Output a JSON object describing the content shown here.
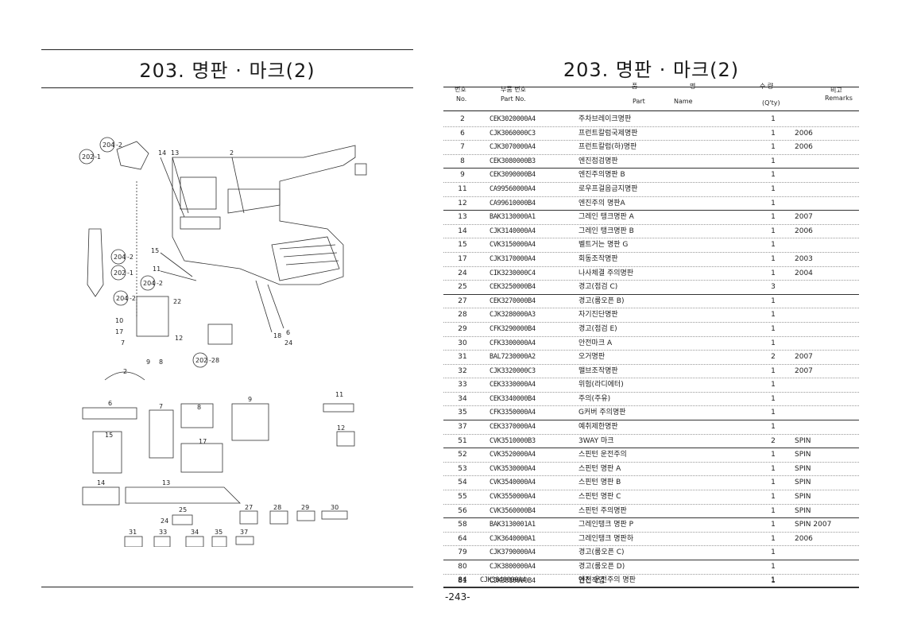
{
  "left": {
    "title": "203. 명판 · 마크(2)"
  },
  "right": {
    "title": "203. 명판 · 마크(2)"
  },
  "diagram_labels": {
    "l204_2a": "204",
    "l204_2a_s": "-2",
    "l202_1a": "202",
    "l202_1a_s": "-1",
    "l204_2b": "204",
    "l204_2b_s": "-2",
    "l202_1b": "202",
    "l202_1b_s": "-1",
    "l204_2c": "204",
    "l204_2c_s": "-2",
    "l204_2d": "204",
    "l204_2d_s": "-2",
    "l202_28": "202",
    "l202_28_s": "-28",
    "n14": "14",
    "n13": "13",
    "n2": "2",
    "n15": "15",
    "n11": "11",
    "n22": "22",
    "n10": "10",
    "n17": "17",
    "n7": "7",
    "n12": "12",
    "n9": "9",
    "n8": "8",
    "n18": "18",
    "n24": "24",
    "n6": "6",
    "p2": "2",
    "p6": "6",
    "p7": "7",
    "p8": "8",
    "p9": "9",
    "p11": "11",
    "p12": "12",
    "p15": "15",
    "p17": "17",
    "p14": "14",
    "p13": "13",
    "p25": "25",
    "p27": "27",
    "p28": "28",
    "p29": "29",
    "p30": "30",
    "p24": "24",
    "p31": "31",
    "p33": "33",
    "p34": "34",
    "p35": "35",
    "p37": "37"
  },
  "header": {
    "no_ko": "번호",
    "no_en": "No.",
    "part_ko": "부품 번호",
    "part_en": "Part   No.",
    "name_ko1": "품",
    "name_ko2": "명",
    "name_en1": "Part",
    "name_en2": "Name",
    "qty_ko": "수  량",
    "qty_en": "(Q'ty)",
    "rem_ko": "비고",
    "rem_en": "Remarks"
  },
  "rows": [
    {
      "no": "2",
      "part": "CEK3020000A4",
      "name": "주차브레이크명판",
      "qty": "1",
      "rem": ""
    },
    {
      "no": "6",
      "part": "CJK3060000C3",
      "name": "프런트칼럼국제명판",
      "qty": "1",
      "rem": "2006"
    },
    {
      "no": "7",
      "part": "CJK3070000A4",
      "name": "프런트칼럼(하)명판",
      "qty": "1",
      "rem": "2006"
    },
    {
      "no": "8",
      "part": "CEK3080000B3",
      "name": "엔진점검명판",
      "qty": "1",
      "rem": ""
    },
    {
      "no": "9",
      "part": "CEK3090000B4",
      "name": "엔진주의명판 B",
      "qty": "1",
      "rem": ""
    },
    {
      "no": "11",
      "part": "CA99560000A4",
      "name": "로우프걸음금지명판",
      "qty": "1",
      "rem": ""
    },
    {
      "no": "12",
      "part": "CA99610000B4",
      "name": "엔진주의 명판A",
      "qty": "1",
      "rem": ""
    },
    {
      "no": "13",
      "part": "BAK3130000A1",
      "name": "그레인 탱크명판 A",
      "qty": "1",
      "rem": "2007"
    },
    {
      "no": "14",
      "part": "CJK3140000A4",
      "name": "그레인 탱크명판 B",
      "qty": "1",
      "rem": "2006"
    },
    {
      "no": "15",
      "part": "CVK3150000A4",
      "name": "벨트거는 명판 G",
      "qty": "1",
      "rem": ""
    },
    {
      "no": "17",
      "part": "CJK3170000A4",
      "name": "회동조작명판",
      "qty": "1",
      "rem": "2003"
    },
    {
      "no": "24",
      "part": "CIK3230000C4",
      "name": "나사체결 주의명판",
      "qty": "1",
      "rem": "2004"
    },
    {
      "no": "25",
      "part": "CEK3250000B4",
      "name": "경고(점검 C)",
      "qty": "3",
      "rem": ""
    },
    {
      "no": "27",
      "part": "CEK3270000B4",
      "name": "경고(룸오픈 B)",
      "qty": "1",
      "rem": ""
    },
    {
      "no": "28",
      "part": "CJK3280000A3",
      "name": "자기진단명판",
      "qty": "1",
      "rem": ""
    },
    {
      "no": "29",
      "part": "CFK3290000B4",
      "name": "경고(점검 E)",
      "qty": "1",
      "rem": ""
    },
    {
      "no": "30",
      "part": "CFK3300000A4",
      "name": "안전마크 A",
      "qty": "1",
      "rem": ""
    },
    {
      "no": "31",
      "part": "BAL7230000A2",
      "name": "오거명판",
      "qty": "2",
      "rem": "2007"
    },
    {
      "no": "32",
      "part": "CJK3320000C3",
      "name": "맬브조작명판",
      "qty": "1",
      "rem": "2007"
    },
    {
      "no": "33",
      "part": "CEK3330000A4",
      "name": "위험(라디에터)",
      "qty": "1",
      "rem": ""
    },
    {
      "no": "34",
      "part": "CEK3340000B4",
      "name": "주의(주유)",
      "qty": "1",
      "rem": ""
    },
    {
      "no": "35",
      "part": "CFK3350000A4",
      "name": "G커버 주의명판",
      "qty": "1",
      "rem": ""
    },
    {
      "no": "37",
      "part": "CEK3370000A4",
      "name": "예취제한명판",
      "qty": "1",
      "rem": ""
    },
    {
      "no": "51",
      "part": "CVK3510000B3",
      "name": "3WAY 마크",
      "qty": "2",
      "rem": "SPIN"
    },
    {
      "no": "52",
      "part": "CVK3520000A4",
      "name": "스핀턴 운전주의",
      "qty": "1",
      "rem": "SPIN"
    },
    {
      "no": "53",
      "part": "CVK3530000A4",
      "name": "스핀턴 명판 A",
      "qty": "1",
      "rem": "SPIN"
    },
    {
      "no": "54",
      "part": "CVK3540000A4",
      "name": "스핀턴 명판 B",
      "qty": "1",
      "rem": "SPIN"
    },
    {
      "no": "55",
      "part": "CVK3550000A4",
      "name": "스핀턴 명판 C",
      "qty": "1",
      "rem": "SPIN"
    },
    {
      "no": "56",
      "part": "CVK3560000B4",
      "name": "스핀턴 주의명판",
      "qty": "1",
      "rem": "SPIN"
    },
    {
      "no": "58",
      "part": "BAK3130001A1",
      "name": "그레인탱크 명판 P",
      "qty": "1",
      "rem": "SPIN 2007"
    },
    {
      "no": "64",
      "part": "CJK3640000A1",
      "name": "그레인탱크 명판하",
      "qty": "1",
      "rem": "2006"
    },
    {
      "no": "79",
      "part": "CJK3790000A4",
      "name": "경고(룸오픈 C)",
      "qty": "1",
      "rem": ""
    },
    {
      "no": "80",
      "part": "CJK3800000A4",
      "name": "경고(룸오픈 D)",
      "qty": "1",
      "rem": ""
    },
    {
      "no": "81",
      "part": "CJK3810000B4",
      "name": "안전작업",
      "qty": "1",
      "rem": ""
    }
  ],
  "extra_row": {
    "no": "84",
    "part": "CJK3840000A4",
    "name": "엔진 운전주의 명판",
    "qty": "1",
    "rem": ""
  },
  "page_number": "-243-"
}
